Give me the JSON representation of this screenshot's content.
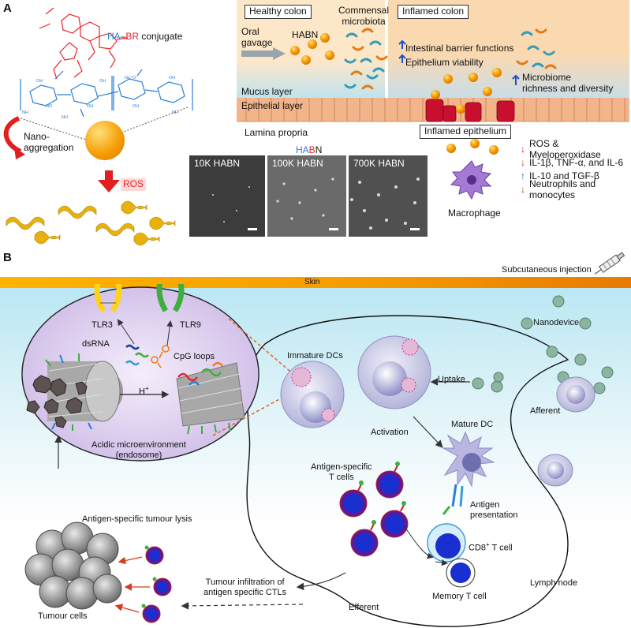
{
  "panelA": {
    "letter": "A",
    "conjugate": {
      "ha": "HA",
      "dash": "–",
      "br": "BR",
      "rest": " conjugate"
    },
    "nano_aggregation": "Nano-\naggregation",
    "ros": "ROS",
    "healthy_colon": "Healthy colon",
    "inflamed_colon": "Inflamed colon",
    "commensal": "Commensal\nmicrobiota",
    "oral_gavage": "Oral\ngavage",
    "habn": "HABN",
    "mucus_layer": "Mucus layer",
    "epithelial_layer": "Epithelial layer",
    "lamina_propria": "Lamina propria",
    "inflamed_epithelium": "Inflamed epithelium",
    "barrier_up": [
      "Intestinal barrier functions",
      "Epithelium viability"
    ],
    "microbiome": "Microbiome\nrichness and diversity",
    "macrophage": "Macrophage",
    "habn_title": {
      "ha": "HA",
      "b": "B",
      "n": "N"
    },
    "sem_images": [
      "10K HABN",
      "100K HABN",
      "700K HABN"
    ],
    "effects": [
      {
        "dir": "down",
        "text": "ROS & Myeloperoxidase"
      },
      {
        "dir": "down",
        "text": "IL-1β, TNF-α, and IL-6"
      },
      {
        "dir": "up",
        "text": "IL-10 and TGF-β"
      },
      {
        "dir": "down",
        "text": "Neutrophils and monocytes"
      }
    ],
    "colors": {
      "ha": "#2a7fd4",
      "br": "#e8262a",
      "up": "#1e4fc8",
      "down": "#d62020"
    }
  },
  "panelB": {
    "letter": "B",
    "skin": "Skin",
    "subcutaneous": "Subcutaneous injection",
    "nanodevice": "Nanodevice",
    "tlr3": "TLR3",
    "tlr9": "TLR9",
    "dsrna": "dsRNA",
    "cpg": "CpG loops",
    "hplus": "H",
    "hplus_sup": "+",
    "acidic": "Acidic microenvironment\n(endosome)",
    "immature_dcs": "Immature DCs",
    "uptake": "Uptake",
    "afferent": "Afferent",
    "activation": "Activation",
    "mature_dc": "Mature DC",
    "antigen_specific_t": "Antigen-specific\nT cells",
    "antigen_presentation": "Antigen\npresentation",
    "cd8_pre": "CD8",
    "cd8_sup": "+",
    "cd8_post": " T cell",
    "memory_t": "Memory T cell",
    "lymph_node": "Lymph node",
    "efferent": "Efferent",
    "tumour_lysis": "Antigen-specific tumour lysis",
    "tumour_cells": "Tumour cells",
    "infiltration": "Tumour infiltration of\nantigen specific CTLs"
  }
}
